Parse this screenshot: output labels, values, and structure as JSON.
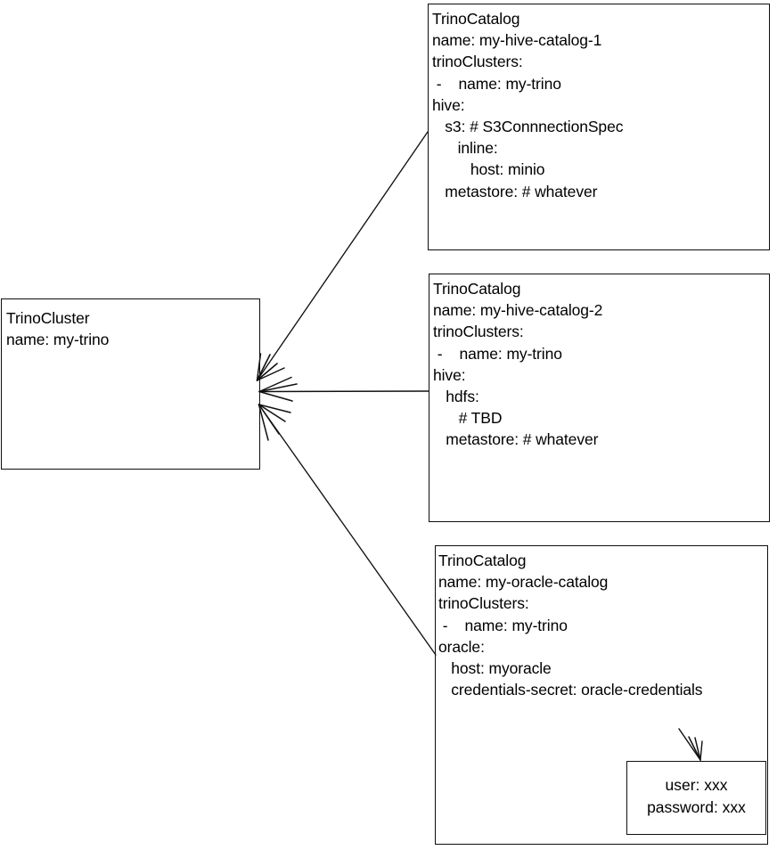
{
  "diagram": {
    "title": "TrinoCluster and TrinoCatalog relationship diagram",
    "background": "#ffffff",
    "stroke": "#111111"
  },
  "cluster": {
    "kind": "TrinoCluster",
    "lines": [
      "TrinoCluster",
      "name: my-trino"
    ],
    "text": "TrinoCluster\nname: my-trino"
  },
  "catalogs": [
    {
      "id": "catalog-1",
      "kind": "TrinoCatalog",
      "name": "my-hive-catalog-1",
      "lines": [
        "TrinoCatalog",
        "name: my-hive-catalog-1",
        "trinoClusters:",
        " -    name: my-trino",
        "hive:",
        "   s3: # S3ConnnectionSpec",
        "      inline:",
        "         host: minio",
        "   metastore: # whatever"
      ],
      "text": "TrinoCatalog\nname: my-hive-catalog-1\ntrinoClusters:\n -    name: my-trino\nhive:\n   s3: # S3ConnnectionSpec\n      inline:\n         host: minio\n   metastore: # whatever"
    },
    {
      "id": "catalog-2",
      "kind": "TrinoCatalog",
      "name": "my-hive-catalog-2",
      "lines": [
        "TrinoCatalog",
        "name: my-hive-catalog-2",
        "trinoClusters:",
        " -    name: my-trino",
        "hive:",
        "   hdfs:",
        "      # TBD",
        "   metastore: # whatever"
      ],
      "text": "TrinoCatalog\nname: my-hive-catalog-2\ntrinoClusters:\n -    name: my-trino\nhive:\n   hdfs:\n      # TBD\n   metastore: # whatever"
    },
    {
      "id": "catalog-3",
      "kind": "TrinoCatalog",
      "name": "my-oracle-catalog",
      "lines": [
        "TrinoCatalog",
        "name: my-oracle-catalog",
        "trinoClusters:",
        " -    name: my-trino",
        "oracle:",
        "   host: myoracle",
        "   credentials-secret: oracle-credentials"
      ],
      "text": "TrinoCatalog\nname: my-oracle-catalog\ntrinoClusters:\n -    name: my-trino\noracle:\n   host: myoracle\n   credentials-secret: oracle-credentials"
    }
  ],
  "secret": {
    "lines": [
      "user: xxx",
      "password: xxx"
    ],
    "text": "user: xxx\npassword: xxx"
  },
  "edges": [
    {
      "id": "edge-catalog-1",
      "from": "catalog-1",
      "to": "trino-cluster",
      "arrowhead": "to"
    },
    {
      "id": "edge-catalog-2",
      "from": "catalog-2",
      "to": "trino-cluster",
      "arrowhead": "to"
    },
    {
      "id": "edge-catalog-3",
      "from": "catalog-3",
      "to": "trino-cluster",
      "arrowhead": "to"
    },
    {
      "id": "edge-secret",
      "from": "credentials-secret",
      "to": "secret-box",
      "arrowhead": "to"
    }
  ]
}
